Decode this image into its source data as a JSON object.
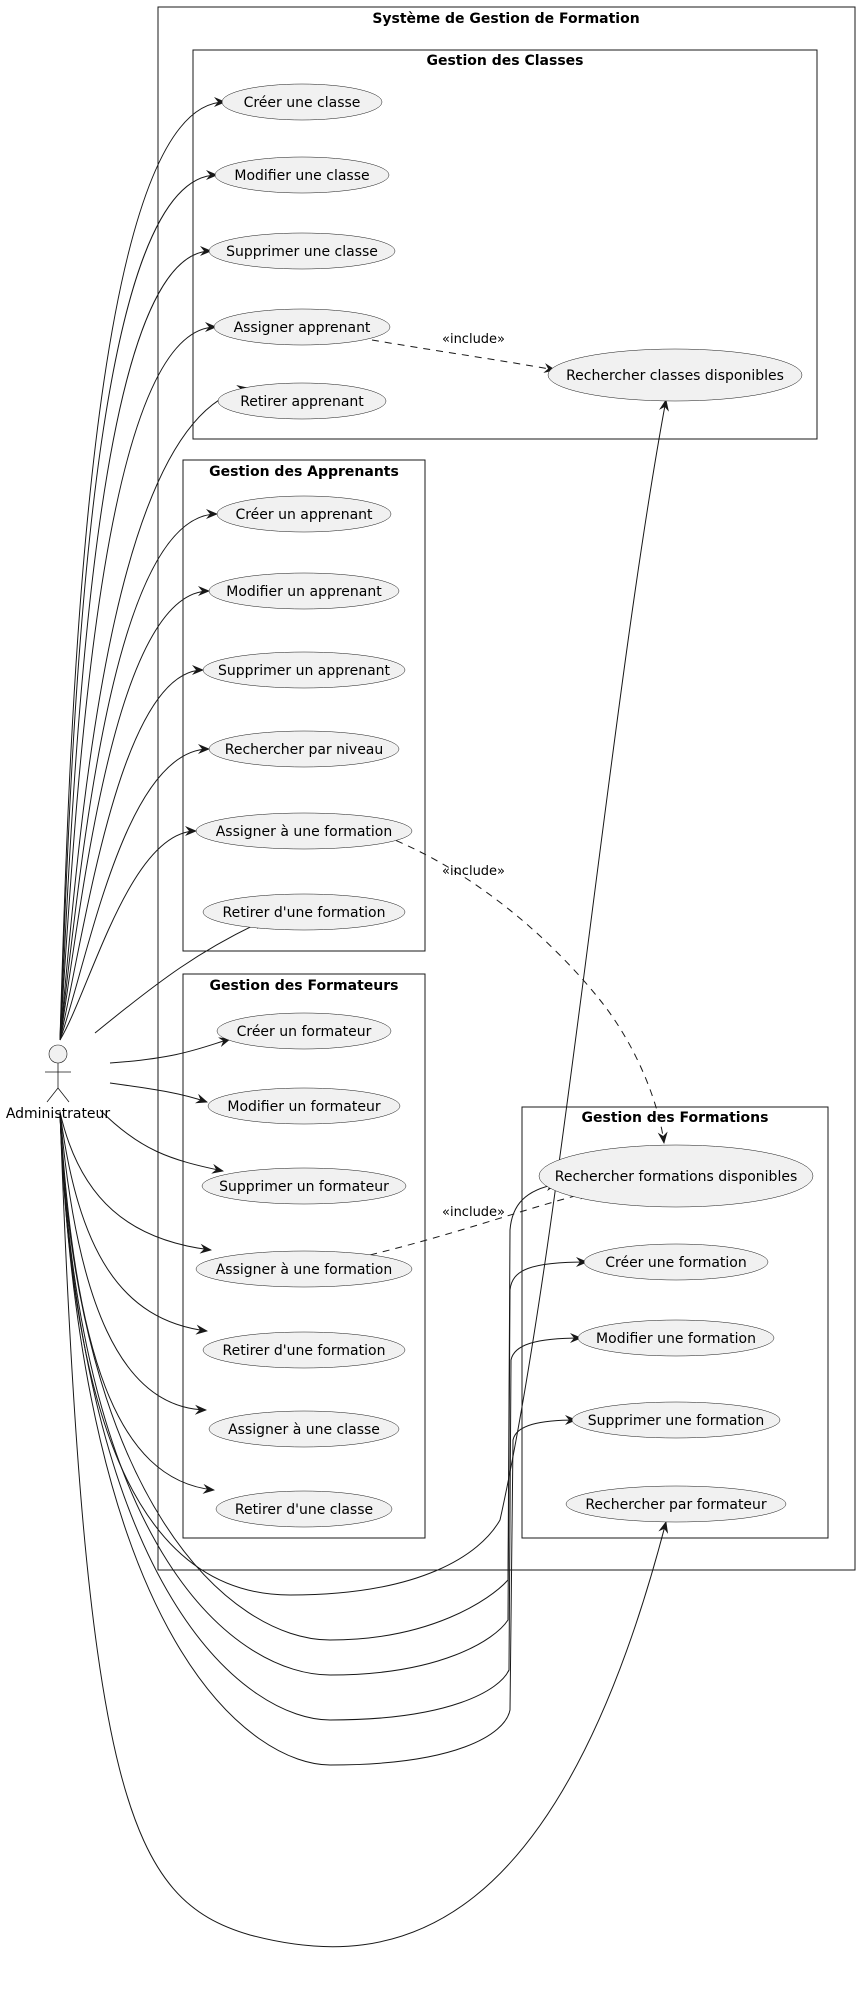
{
  "system_title": "Système de Gestion de Formation",
  "actor": {
    "label": "Administrateur"
  },
  "packages": {
    "classes": {
      "title": "Gestion des Classes",
      "use_cases": [
        "Créer une classe",
        "Modifier une classe",
        "Supprimer une classe",
        "Assigner apprenant",
        "Retirer apprenant",
        "Rechercher classes disponibles"
      ]
    },
    "apprenants": {
      "title": "Gestion des Apprenants",
      "use_cases": [
        "Créer un apprenant",
        "Modifier un apprenant",
        "Supprimer un apprenant",
        "Rechercher par niveau",
        "Assigner à une formation",
        "Retirer d'une formation"
      ]
    },
    "formateurs": {
      "title": "Gestion des Formateurs",
      "use_cases": [
        "Créer un formateur",
        "Modifier un formateur",
        "Supprimer un formateur",
        "Assigner à une formation",
        "Retirer d'une formation",
        "Assigner à une classe",
        "Retirer d'une classe"
      ]
    },
    "formations": {
      "title": "Gestion des Formations",
      "use_cases": [
        "Rechercher formations disponibles",
        "Créer une formation",
        "Modifier une formation",
        "Supprimer une formation",
        "Rechercher par formateur"
      ]
    }
  },
  "include_label": "«include»",
  "colors": {
    "stroke": "#181818",
    "usecase_fill": "#f1f1f1",
    "background": "#ffffff"
  }
}
